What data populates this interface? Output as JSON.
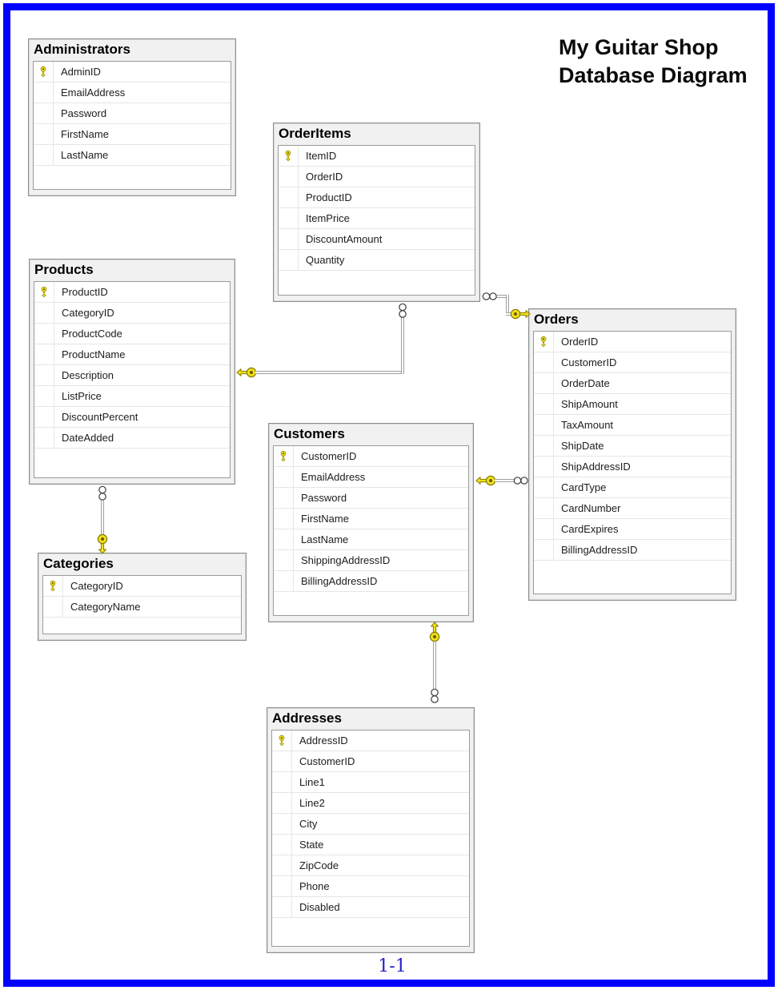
{
  "header": {
    "title_line1": "My Guitar Shop",
    "title_line2": "Database Diagram"
  },
  "footer": {
    "page_number": "1-1"
  },
  "icons": {
    "primary_key": "yellow-key-icon",
    "many_end": "infinity-double-circle-icon"
  },
  "colors": {
    "page_border": "#0101fe",
    "table_header_bg": "#f1f1f1",
    "table_border": "#8e8e8e",
    "row_divider": "#e6e6e6",
    "connector_line": "#9f9f9f",
    "key_fill": "#f3e11c",
    "page_number_text": "#2320cf"
  },
  "tables": {
    "administrators": {
      "title": "Administrators",
      "fields": [
        {
          "name": "AdminID",
          "key": true
        },
        {
          "name": "EmailAddress",
          "key": false
        },
        {
          "name": "Password",
          "key": false
        },
        {
          "name": "FirstName",
          "key": false
        },
        {
          "name": "LastName",
          "key": false
        }
      ]
    },
    "order_items": {
      "title": "OrderItems",
      "fields": [
        {
          "name": "ItemID",
          "key": true
        },
        {
          "name": "OrderID",
          "key": false
        },
        {
          "name": "ProductID",
          "key": false
        },
        {
          "name": "ItemPrice",
          "key": false
        },
        {
          "name": "DiscountAmount",
          "key": false
        },
        {
          "name": "Quantity",
          "key": false
        }
      ]
    },
    "products": {
      "title": "Products",
      "fields": [
        {
          "name": "ProductID",
          "key": true
        },
        {
          "name": "CategoryID",
          "key": false
        },
        {
          "name": "ProductCode",
          "key": false
        },
        {
          "name": "ProductName",
          "key": false
        },
        {
          "name": "Description",
          "key": false
        },
        {
          "name": "ListPrice",
          "key": false
        },
        {
          "name": "DiscountPercent",
          "key": false
        },
        {
          "name": "DateAdded",
          "key": false
        }
      ]
    },
    "orders": {
      "title": "Orders",
      "fields": [
        {
          "name": "OrderID",
          "key": true
        },
        {
          "name": "CustomerID",
          "key": false
        },
        {
          "name": "OrderDate",
          "key": false
        },
        {
          "name": "ShipAmount",
          "key": false
        },
        {
          "name": "TaxAmount",
          "key": false
        },
        {
          "name": "ShipDate",
          "key": false
        },
        {
          "name": "ShipAddressID",
          "key": false
        },
        {
          "name": "CardType",
          "key": false
        },
        {
          "name": "CardNumber",
          "key": false
        },
        {
          "name": "CardExpires",
          "key": false
        },
        {
          "name": "BillingAddressID",
          "key": false
        }
      ]
    },
    "customers": {
      "title": "Customers",
      "fields": [
        {
          "name": "CustomerID",
          "key": true
        },
        {
          "name": "EmailAddress",
          "key": false
        },
        {
          "name": "Password",
          "key": false
        },
        {
          "name": "FirstName",
          "key": false
        },
        {
          "name": "LastName",
          "key": false
        },
        {
          "name": "ShippingAddressID",
          "key": false
        },
        {
          "name": "BillingAddressID",
          "key": false
        }
      ]
    },
    "categories": {
      "title": "Categories",
      "fields": [
        {
          "name": "CategoryID",
          "key": true
        },
        {
          "name": "CategoryName",
          "key": false
        }
      ]
    },
    "addresses": {
      "title": "Addresses",
      "fields": [
        {
          "name": "AddressID",
          "key": true
        },
        {
          "name": "CustomerID",
          "key": false
        },
        {
          "name": "Line1",
          "key": false
        },
        {
          "name": "Line2",
          "key": false
        },
        {
          "name": "City",
          "key": false
        },
        {
          "name": "State",
          "key": false
        },
        {
          "name": "ZipCode",
          "key": false
        },
        {
          "name": "Phone",
          "key": false
        },
        {
          "name": "Disabled",
          "key": false
        }
      ]
    }
  },
  "relationships": [
    {
      "one": "Categories",
      "many": "Products"
    },
    {
      "one": "Products",
      "many": "OrderItems"
    },
    {
      "one": "Orders",
      "many": "OrderItems"
    },
    {
      "one": "Customers",
      "many": "Orders"
    },
    {
      "one": "Customers",
      "many": "Addresses"
    }
  ]
}
